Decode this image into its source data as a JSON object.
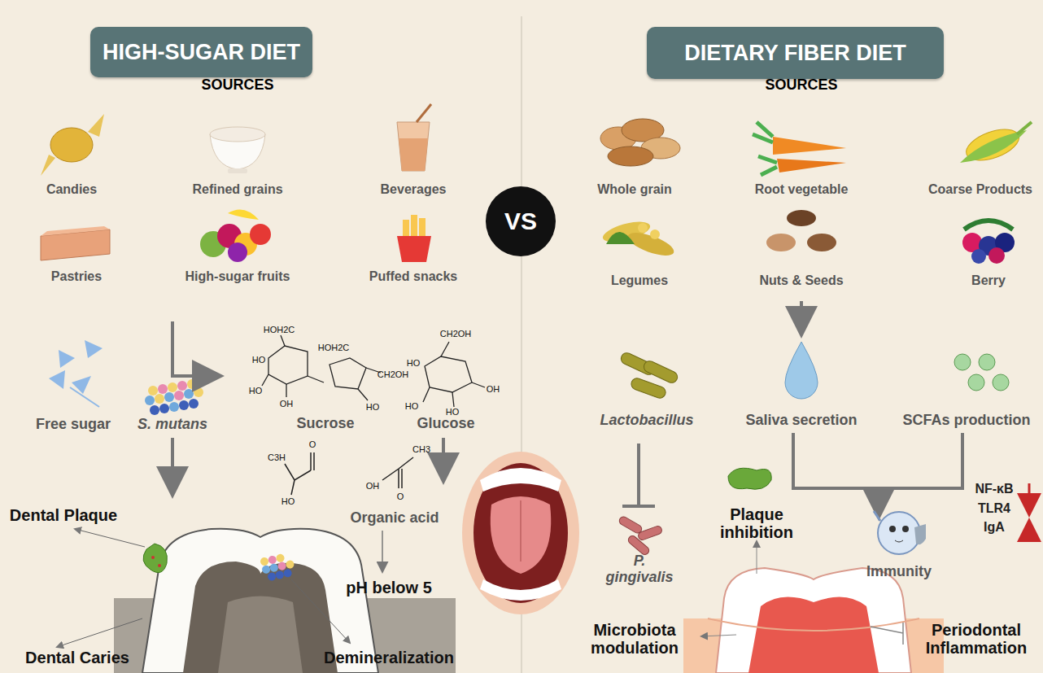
{
  "diagram": {
    "nodes": [
      {
        "text": [
          "HIGH-SUGAR DIET"
        ]
      },
      {
        "text": [
          "VS"
        ]
      },
      {
        "text": [
          "DIETARY FIBER DIET"
        ]
      }
    ],
    "edges": [],
    "labels": [
      "SOURCES",
      "Candies",
      "Refined grains",
      "Beverages",
      "Pastries",
      "High-sugar fruits",
      "Puffed snacks",
      "Free sugar",
      "S. mutans",
      "Sucrose",
      "Glucose",
      "Organic acid",
      "pH below 5",
      "Dental Plaque",
      "Dental Caries",
      "Demineralization",
      "HOH2C",
      "HO",
      "HOH2C",
      "HO",
      "OH",
      "HO",
      "CH2OH",
      "CH2OH",
      "HO",
      "HO",
      "HO",
      "OH",
      "C3H",
      "HO",
      "O",
      "OH",
      "CH3",
      "O",
      "SOURCES",
      "Whole grain",
      "Root vegetable",
      "Coarse Products",
      "Legumes",
      "Nuts & Seeds",
      "Berry",
      "Lactobacillus",
      "Saliva secretion",
      "SCFAs production",
      "P. gingivalis",
      "Plaque inhibition",
      "Immunity",
      "NF-κB",
      "TLR4",
      "IgA",
      "Microbiota modulation",
      "Periodontal Inflammation"
    ]
  }
}
